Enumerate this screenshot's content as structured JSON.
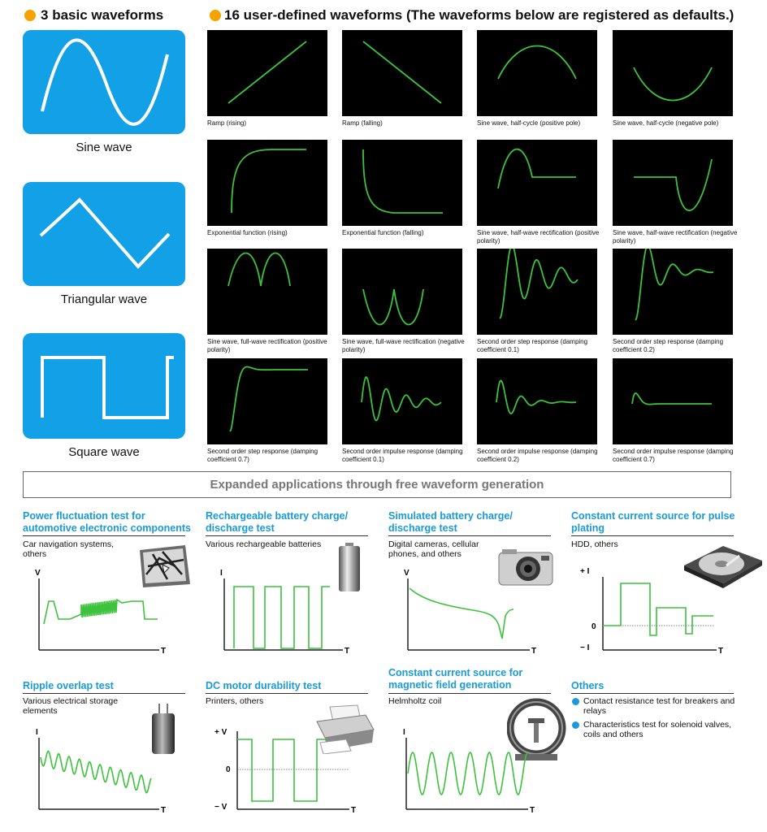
{
  "section_basic": {
    "number": "3",
    "title": "basic waveforms"
  },
  "section_user": {
    "number": "16",
    "title": "user-defined waveforms (The waveforms below are registered as defaults.)"
  },
  "basic_waveforms": [
    {
      "label": "Sine wave"
    },
    {
      "label": "Triangular wave"
    },
    {
      "label": "Square wave"
    }
  ],
  "user_waveforms": [
    {
      "caption": "Ramp (rising)"
    },
    {
      "caption": "Ramp (falling)"
    },
    {
      "caption": "Sine wave, half-cycle (positive pole)"
    },
    {
      "caption": "Sine wave, half-cycle (negative pole)"
    },
    {
      "caption": "Exponential function (rising)"
    },
    {
      "caption": "Exponential function (falling)"
    },
    {
      "caption": "Sine wave, half-wave rectification (positive polarity)"
    },
    {
      "caption": "Sine wave, half-wave rectification (negative polarity)"
    },
    {
      "caption": "Sine wave, full-wave rectification (positive polarity)"
    },
    {
      "caption": "Sine wave, full-wave rectification (negative polarity)"
    },
    {
      "caption": "Second order step response (damping coefficient 0.1)"
    },
    {
      "caption": "Second order step response (damping coefficient 0.2)"
    },
    {
      "caption": "Second order step response (damping coefficient 0.7)"
    },
    {
      "caption": "Second order impulse response (damping coefficient 0.1)"
    },
    {
      "caption": "Second order impulse response (damping coefficient 0.2)"
    },
    {
      "caption": "Second order impulse response (damping coefficient 0.7)"
    }
  ],
  "banner": "Expanded applications through free waveform generation",
  "applications": [
    {
      "title": "Power fluctuation test for automotive electronic components",
      "subtitle": "Car navigation systems, others",
      "y_axis": "V",
      "x_axis": "T"
    },
    {
      "title": "Rechargeable battery charge/ discharge test",
      "subtitle": "Various rechargeable batteries",
      "y_axis": "I",
      "x_axis": "T"
    },
    {
      "title": "Simulated battery charge/ discharge test",
      "subtitle": "Digital cameras, cellular phones, and others",
      "y_axis": "V",
      "x_axis": "T"
    },
    {
      "title": "Constant current source for pulse plating",
      "subtitle": "HDD, others",
      "y_pos": "+ I",
      "y_zero": "0",
      "y_neg": "− I",
      "x_axis": "T"
    },
    {
      "title": "Ripple overlap test",
      "subtitle": "Various electrical storage elements",
      "y_axis": "I",
      "x_axis": "T"
    },
    {
      "title": "DC motor durability test",
      "subtitle": "Printers, others",
      "y_pos": "+ V",
      "y_zero": "0",
      "y_neg": "− V",
      "x_axis": "T"
    },
    {
      "title": "Constant current source for magnetic field generation",
      "subtitle": "Helmholtz coil",
      "y_axis": "I",
      "x_axis": "T"
    }
  ],
  "others": {
    "title": "Others",
    "items": [
      "Contact resistance test for breakers and relays",
      "Characteristics test for solenoid valves, coils and others"
    ]
  },
  "colors": {
    "accent_orange": "#f5a300",
    "panel_blue": "#12a0e6",
    "wave_green": "#3cc23c",
    "title_blue": "#1a9ad8"
  }
}
